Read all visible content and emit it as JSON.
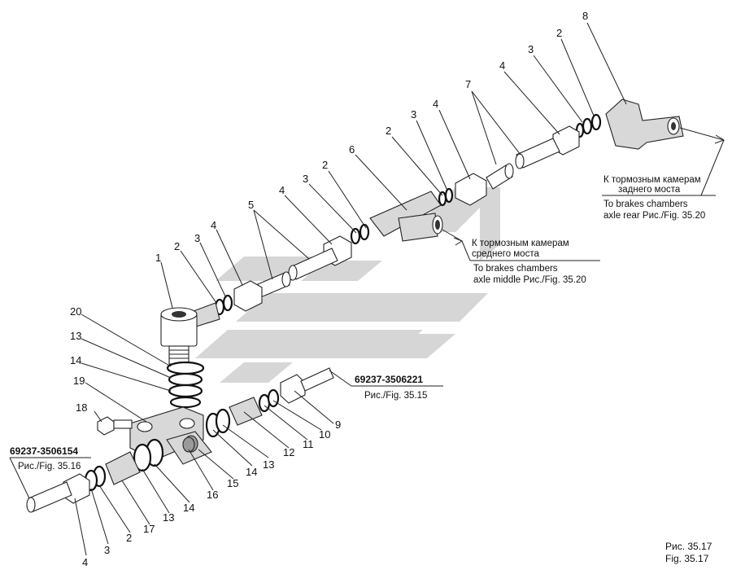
{
  "callouts": [
    {
      "id": "c8a",
      "text": "8"
    },
    {
      "id": "c2a",
      "text": "2"
    },
    {
      "id": "c3a",
      "text": "3"
    },
    {
      "id": "c4a",
      "text": "4"
    },
    {
      "id": "c7",
      "text": "7"
    },
    {
      "id": "c4b",
      "text": "4"
    },
    {
      "id": "c3b",
      "text": "3"
    },
    {
      "id": "c2b",
      "text": "2"
    },
    {
      "id": "c6",
      "text": "6"
    },
    {
      "id": "c2c",
      "text": "2"
    },
    {
      "id": "c3c",
      "text": "3"
    },
    {
      "id": "c4c",
      "text": "4"
    },
    {
      "id": "c5",
      "text": "5"
    },
    {
      "id": "c4d",
      "text": "4"
    },
    {
      "id": "c3d",
      "text": "3"
    },
    {
      "id": "c2d",
      "text": "2"
    },
    {
      "id": "c1",
      "text": "1"
    },
    {
      "id": "c20",
      "text": "20"
    },
    {
      "id": "c13a",
      "text": "13"
    },
    {
      "id": "c14a",
      "text": "14"
    },
    {
      "id": "c19",
      "text": "19"
    },
    {
      "id": "c18",
      "text": "18"
    },
    {
      "id": "c9",
      "text": "9"
    },
    {
      "id": "c10",
      "text": "10"
    },
    {
      "id": "c11",
      "text": "11"
    },
    {
      "id": "c12",
      "text": "12"
    },
    {
      "id": "c13b",
      "text": "13"
    },
    {
      "id": "c14b",
      "text": "14"
    },
    {
      "id": "c15",
      "text": "15"
    },
    {
      "id": "c16",
      "text": "16"
    },
    {
      "id": "c14c",
      "text": "14"
    },
    {
      "id": "c13c",
      "text": "13"
    },
    {
      "id": "c17",
      "text": "17"
    },
    {
      "id": "c2e",
      "text": "2"
    },
    {
      "id": "c3e",
      "text": "3"
    },
    {
      "id": "c4e",
      "text": "4"
    }
  ],
  "labels": {
    "rear_ru_1": "К тормозным камерам",
    "rear_ru_2": "заднего моста",
    "rear_en_1": "To brakes chambers",
    "rear_en_2": "axle rear Рис./Fig. 35.20",
    "mid_ru_1": "К тормозным камерам",
    "mid_ru_2": "среднего моста",
    "mid_en_1": "To brakes chambers",
    "mid_en_2": "axle middle  Рис./Fig. 35.20",
    "ref1_code": "69237-3506221",
    "ref1_fig": "Рис./Fig. 35.15",
    "ref2_code": "69237-3506154",
    "ref2_fig": "Рис./Fig. 35.16"
  },
  "figure": {
    "ru": "Рис. 35.17",
    "en": "Fig. 35.17"
  },
  "watermark_color": "#c9c9c9"
}
